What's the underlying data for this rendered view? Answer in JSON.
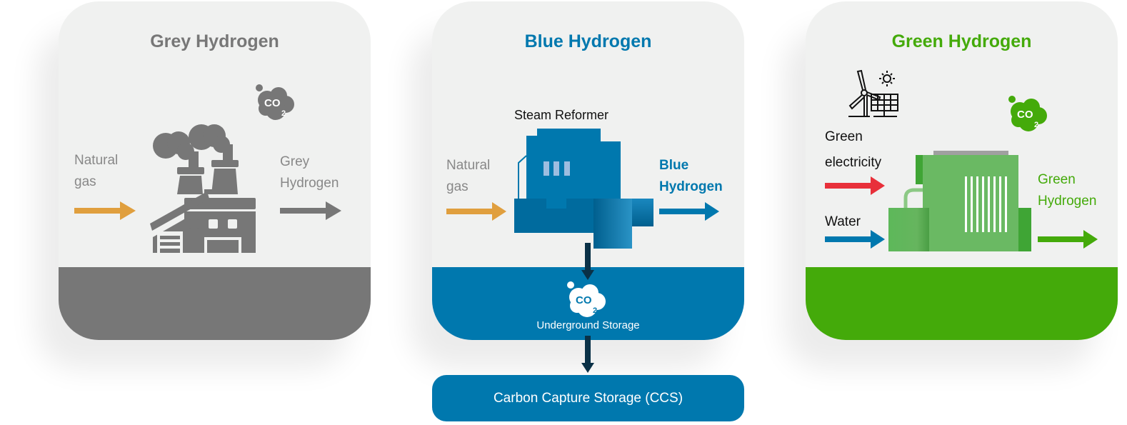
{
  "co2_label": {
    "main": "CO",
    "sub": "2"
  },
  "grey": {
    "title": "Grey Hydrogen",
    "input_label": [
      "Natural",
      "gas"
    ],
    "output_label": [
      "Grey",
      "Hydrogen"
    ],
    "colors": {
      "title": "#777777",
      "band": "#777777",
      "arrow_in": "#e09f3e"
    }
  },
  "blue": {
    "title": "Blue Hydrogen",
    "reformer_label": "Steam Reformer",
    "input_label": [
      "Natural",
      "gas"
    ],
    "output_label": [
      "Blue",
      "Hydrogen"
    ],
    "storage_label": "Underground Storage",
    "ccs_label": "Carbon Capture Storage (CCS)",
    "colors": {
      "title": "#0078ae",
      "band": "#0078ae"
    }
  },
  "green": {
    "title": "Green Hydrogen",
    "input1_label": [
      "Green",
      "electricity"
    ],
    "input2_label": "Water",
    "output_label": [
      "Green",
      "Hydrogen"
    ],
    "colors": {
      "title": "#44aa0a",
      "band": "#44aa0a",
      "electricity_arrow": "#e8303a",
      "water_arrow": "#0078ae"
    }
  }
}
